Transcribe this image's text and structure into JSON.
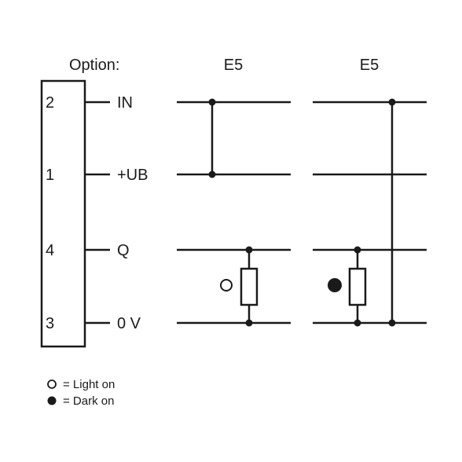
{
  "option_label": "Option:",
  "columns": [
    {
      "header": "E5",
      "indicator": "light-on"
    },
    {
      "header": "E5",
      "indicator": "dark-on"
    }
  ],
  "pins": [
    {
      "number": "2",
      "signal": "IN"
    },
    {
      "number": "1",
      "signal": "+UB"
    },
    {
      "number": "4",
      "signal": "Q"
    },
    {
      "number": "3",
      "signal": "0 V"
    }
  ],
  "legend": {
    "light_on": "= Light on",
    "dark_on": "= Dark on"
  },
  "colors": {
    "line": "#1a1a1a",
    "background": "#ffffff"
  }
}
